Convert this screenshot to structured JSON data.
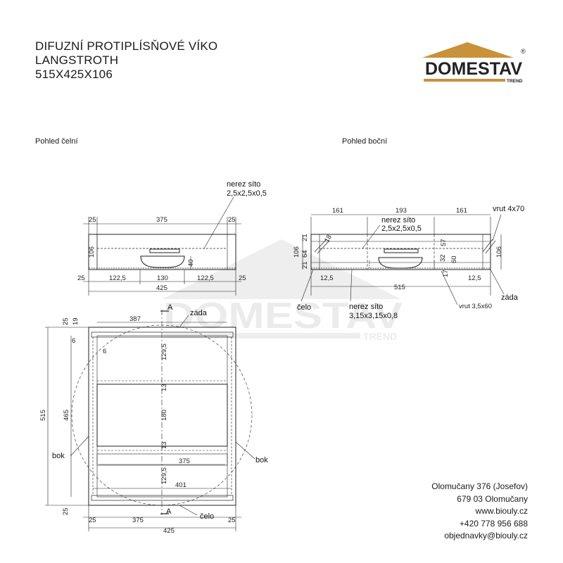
{
  "title": {
    "line1": "DIFUZNÍ PROTIPLÍSŇOVÉ VÍKO",
    "line2": "LANGSTROTH",
    "line3": "515X425X106"
  },
  "logo": {
    "brand": "DOMESTAV",
    "sub": "TREND",
    "registered": "®",
    "colors": {
      "roof": "#c8913a",
      "text": "#222222",
      "bar": "#c8913a"
    }
  },
  "views": {
    "front": "Pohled čelní",
    "side": "Pohled boční"
  },
  "front_view": {
    "top_dims": [
      "25",
      "375",
      "25"
    ],
    "height": "106",
    "inner_height": "40",
    "bottom_dims": [
      "25",
      "122,5",
      "130",
      "122,5",
      "25"
    ],
    "total_width": "425",
    "mesh_label_1": "nerez síto",
    "mesh_label_2": "2,5x2,5x0,5"
  },
  "side_view": {
    "top_dims": [
      "161",
      "193",
      "161"
    ],
    "screw_top": "vrut 4x70",
    "mesh_label_1": "nerez síto",
    "mesh_label_2": "2,5x2,5x0,5",
    "left_dims": [
      "21",
      "64",
      "21",
      "106"
    ],
    "small_dim": "18",
    "right_dims": [
      "57",
      "106"
    ],
    "inner_dims": [
      "32",
      "17",
      "60"
    ],
    "bottom_dims": [
      "12,5",
      "515",
      "12,5"
    ],
    "celo": "čelo",
    "zada": "záda",
    "mesh_bottom_1": "nerez síto",
    "mesh_bottom_2": "3,15x3,15x0,8",
    "screw_bottom": "vrut 3,5x60"
  },
  "plan_view": {
    "top_width": "387",
    "section_top": "A",
    "section_bottom": "A",
    "zada": "záda",
    "celo": "čelo",
    "bok_left": "bok",
    "bok_right": "bok",
    "left_dims": [
      "25",
      "19",
      "6",
      "515",
      "465",
      "25"
    ],
    "small_6": "6",
    "center_dims": [
      "129,5",
      "13",
      "180",
      "13",
      "129,5"
    ],
    "inner_375": "375",
    "inner_401": "401",
    "bottom_dims": [
      "25",
      "375",
      "25"
    ],
    "total_width": "425"
  },
  "watermark": {
    "brand": "DOMESTAV",
    "sub": "TREND"
  },
  "contact": {
    "line1": "Olomučany 376 (Josefov)",
    "line2": "679 03 Olomučany",
    "line3": "www.biouly.cz",
    "line4": "+420 778 956 688",
    "line5": "objednavky@biouly.cz"
  }
}
